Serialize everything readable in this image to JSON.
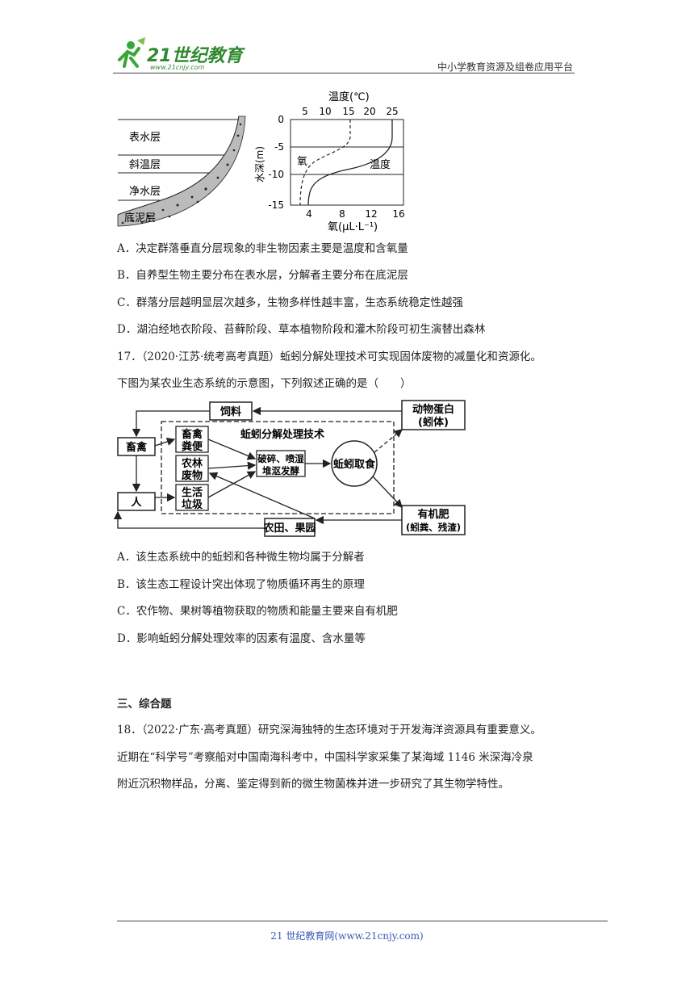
{
  "header": {
    "logo_text": "21世纪教育",
    "logo_url": "www.21cnjy.com",
    "platform": "中小学教育资源及组卷应用平台"
  },
  "figure1": {
    "layers": [
      "表水层",
      "斜温层",
      "净水层",
      "底泥层"
    ],
    "top_axis_title": "温度(℃)",
    "top_ticks": [
      "5",
      "10",
      "15",
      "20",
      "25"
    ],
    "y_axis_title": "水深(m)",
    "y_ticks": [
      "0",
      "-5",
      "-10",
      "-15"
    ],
    "bottom_axis_title": "氧(μL·L⁻¹)",
    "bottom_ticks": [
      "4",
      "8",
      "12",
      "16"
    ],
    "curve_labels": {
      "oxygen": "氧",
      "temperature": "温度"
    }
  },
  "q16_options": [
    "A．决定群落垂直分层现象的非生物因素主要是温度和含氧量",
    "B．自养型生物主要分布在表水层，分解者主要分布在底泥层",
    "C．群落分层越明显层次越多，生物多样性越丰富，生态系统稳定性越强",
    "D．湖泊经地衣阶段、苔藓阶段、草本植物阶段和灌木阶段可初生演替出森林"
  ],
  "q17": {
    "stem_line1": "17．（2020·江苏·统考高考真题）蚯蚓分解处理技术可实现固体废物的减量化和资源化。",
    "stem_line2": "下图为某农业生态系统的示意图，下列叙述正确的是（　　）",
    "options": [
      "A．该生态系统中的蚯蚓和各种微生物均属于分解者",
      "B．该生态工程设计突出体现了物质循环再生的原理",
      "C．农作物、果树等植物获取的物质和能量主要来自有机肥",
      "D．影响蚯蚓分解处理效率的因素有温度、含水量等"
    ]
  },
  "figure2": {
    "feed": "饲料",
    "protein_line1": "动物蛋白",
    "protein_line2": "(蚓体)",
    "livestock": "畜禽",
    "human": "人",
    "tech_title": "蚯蚓分解处理技术",
    "manure_1": "畜禽",
    "manure_2": "粪便",
    "forest_1": "农林",
    "forest_2": "废物",
    "garbage_1": "生活",
    "garbage_2": "垃圾",
    "process_1": "破碎、喷湿",
    "process_2": "堆沤发酵",
    "worm": "蚯蚓取食",
    "fert_line1": "有机肥",
    "fert_line2": "(蚓粪、残渣)",
    "field": "农田、果园"
  },
  "section3": {
    "title": "三、综合题",
    "q18_lines": [
      "18．（2022·广东·高考真题）研究深海独特的生态环境对于开发海洋资源具有重要意义。",
      "近期在“科学号”考察船对中国南海科考中，中国科学家采集了某海域 1146 米深海冷泉",
      "附近沉积物样品，分离、鉴定得到新的微生物菌株并进一步研究了其生物学特性。"
    ]
  },
  "footer": {
    "text": "21 世纪教育网(www.21cnjy.com)"
  }
}
